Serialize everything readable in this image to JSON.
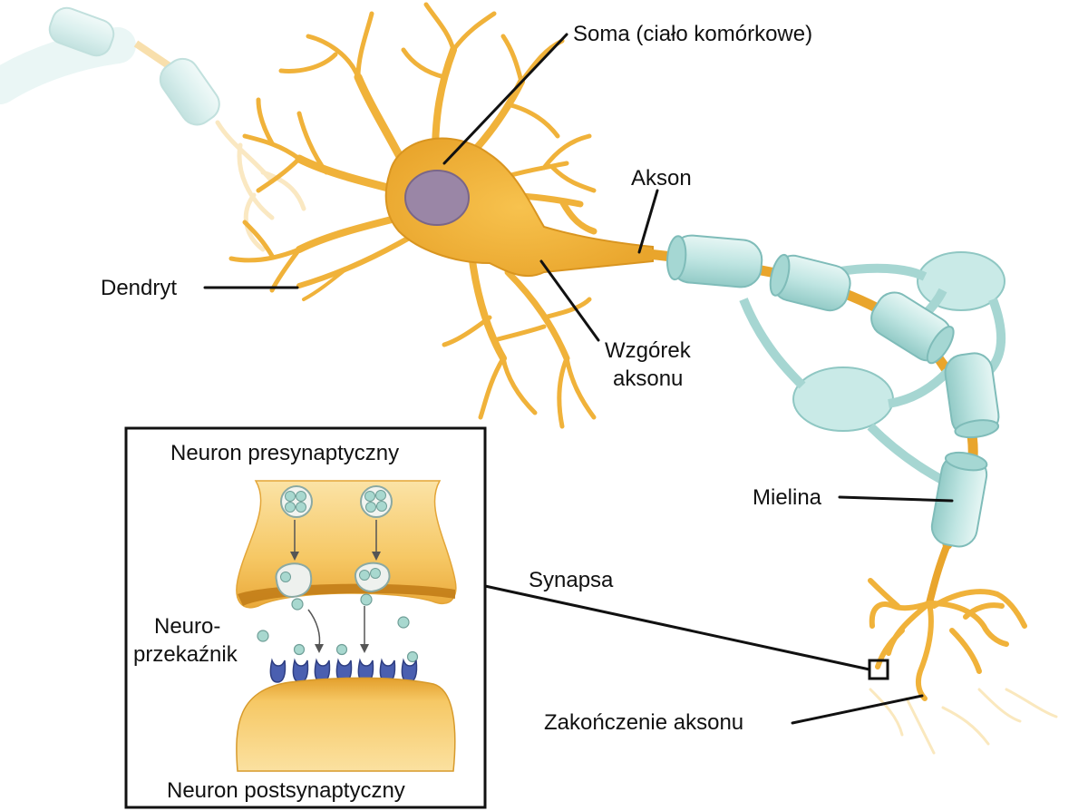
{
  "labels": {
    "soma": "Soma (ciało komórkowe)",
    "akson": "Akson",
    "dendryt": "Dendryt",
    "wzgorek_line1": "Wzgórek",
    "wzgorek_line2": "aksonu",
    "mielina": "Mielina",
    "synapsa": "Synapsa",
    "zakonczenie": "Zakończenie aksonu"
  },
  "inset": {
    "presynaptic": "Neuron presynaptyczny",
    "postsynaptic": "Neuron postsynaptyczny",
    "neurotransmitter_line1": "Neuro-",
    "neurotransmitter_line2": "przekaźnik"
  },
  "colors": {
    "neuron": "#f3b63a",
    "neuron_dark": "#d99520",
    "nucleus": "#9a86a6",
    "myelin": "#bfe5e2",
    "myelin_edge": "#7fbcb9",
    "receptor": "#4a5fb0",
    "vesicle": "#a8d8cf"
  }
}
